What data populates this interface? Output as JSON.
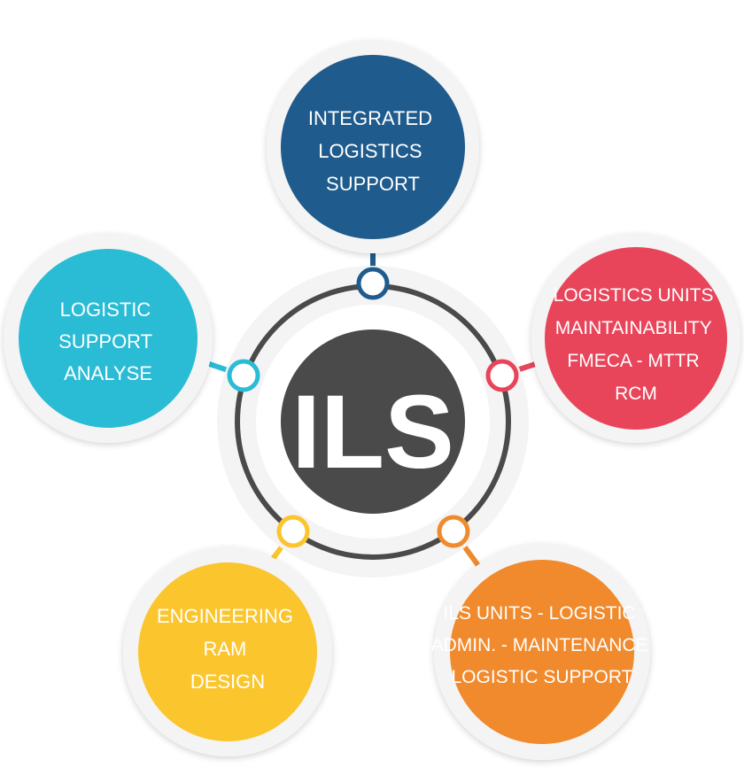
{
  "center": {
    "label": "ILS",
    "color": "#4a4a4a",
    "ring_color": "#4a4a4a"
  },
  "nodes": [
    {
      "id": "top",
      "lines": [
        "INTEGRATED",
        "LOGISTICS",
        "SUPPORT"
      ],
      "color": "#1f5b8c"
    },
    {
      "id": "left",
      "lines": [
        "LOGISTIC",
        "SUPPORT",
        "ANALYSE"
      ],
      "color": "#2bbcd5"
    },
    {
      "id": "right",
      "lines": [
        "LOGISTICS UNITS",
        "MAINTAINABILITY",
        "FMECA - MTTR",
        "RCM"
      ],
      "color": "#e8455a"
    },
    {
      "id": "bottom-left",
      "lines": [
        "ENGINEERING",
        "RAM",
        "DESIGN"
      ],
      "color": "#fbc52d"
    },
    {
      "id": "bottom-right",
      "lines": [
        "ILS  UNITS - LOGISTIC",
        "ADMIN. - MAINTENANCE",
        "LOGISTIC SUPPORT"
      ],
      "color": "#f08a2c"
    }
  ]
}
